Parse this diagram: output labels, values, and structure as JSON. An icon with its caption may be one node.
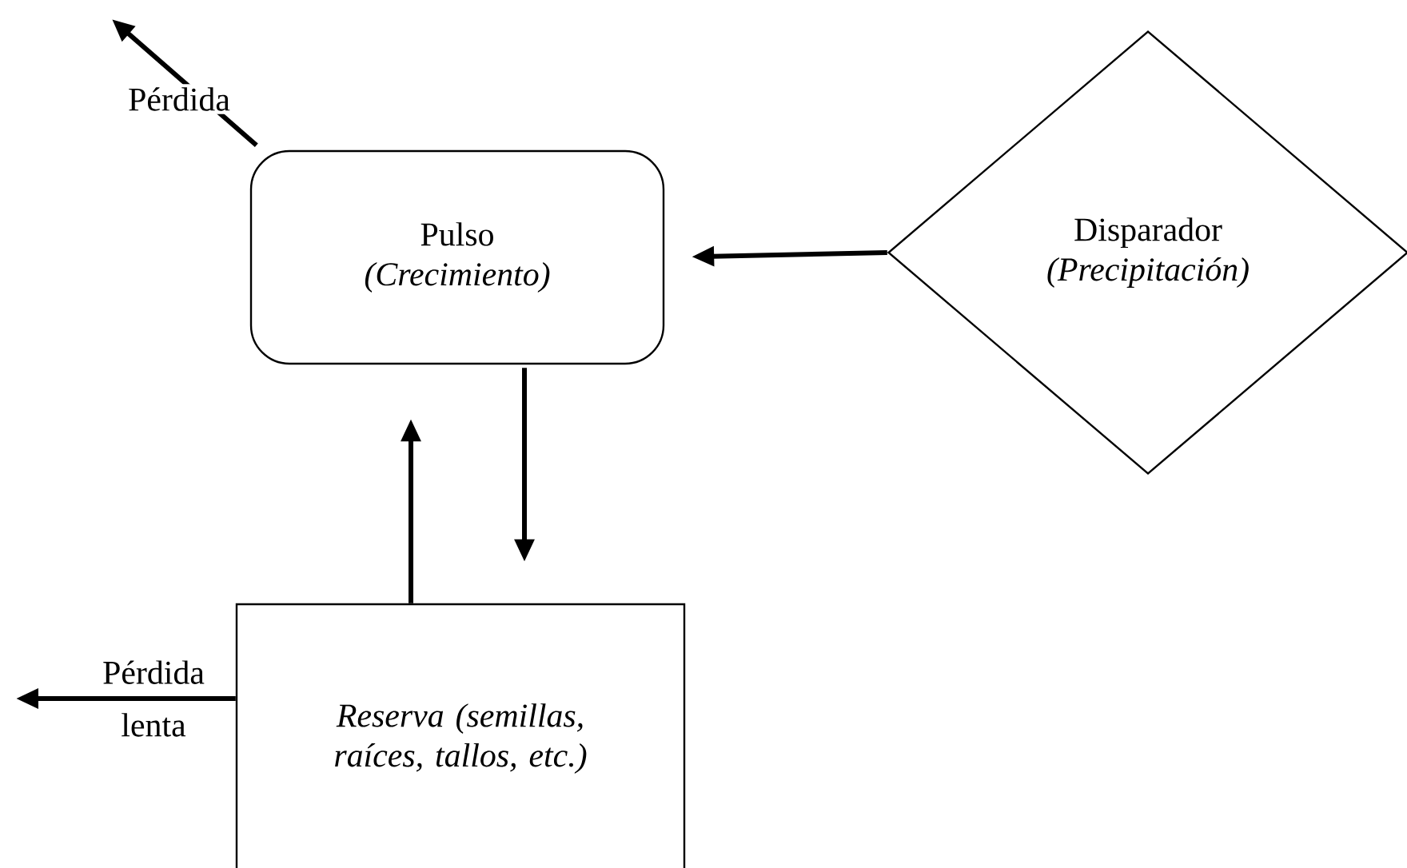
{
  "diagram": {
    "nodes": [
      {
        "text": [
          "Pulso",
          "(Crecimiento)"
        ]
      },
      {
        "text": [
          "Disparador",
          "(Precipitación)"
        ]
      },
      {
        "text": [
          "Reserva (semillas, raíces, tallos, etc.)"
        ]
      }
    ],
    "edges": [
      {
        "from": 1,
        "to": 0,
        "arrow": "to"
      },
      {
        "from": 0,
        "to": 2,
        "arrow": "to"
      },
      {
        "from": 2,
        "to": 0,
        "arrow": "to"
      },
      {
        "from": 0,
        "to": null,
        "arrow": "to",
        "label": "Pérdida"
      },
      {
        "from": 2,
        "to": null,
        "arrow": "to",
        "label": "Pérdida lenta"
      }
    ]
  }
}
